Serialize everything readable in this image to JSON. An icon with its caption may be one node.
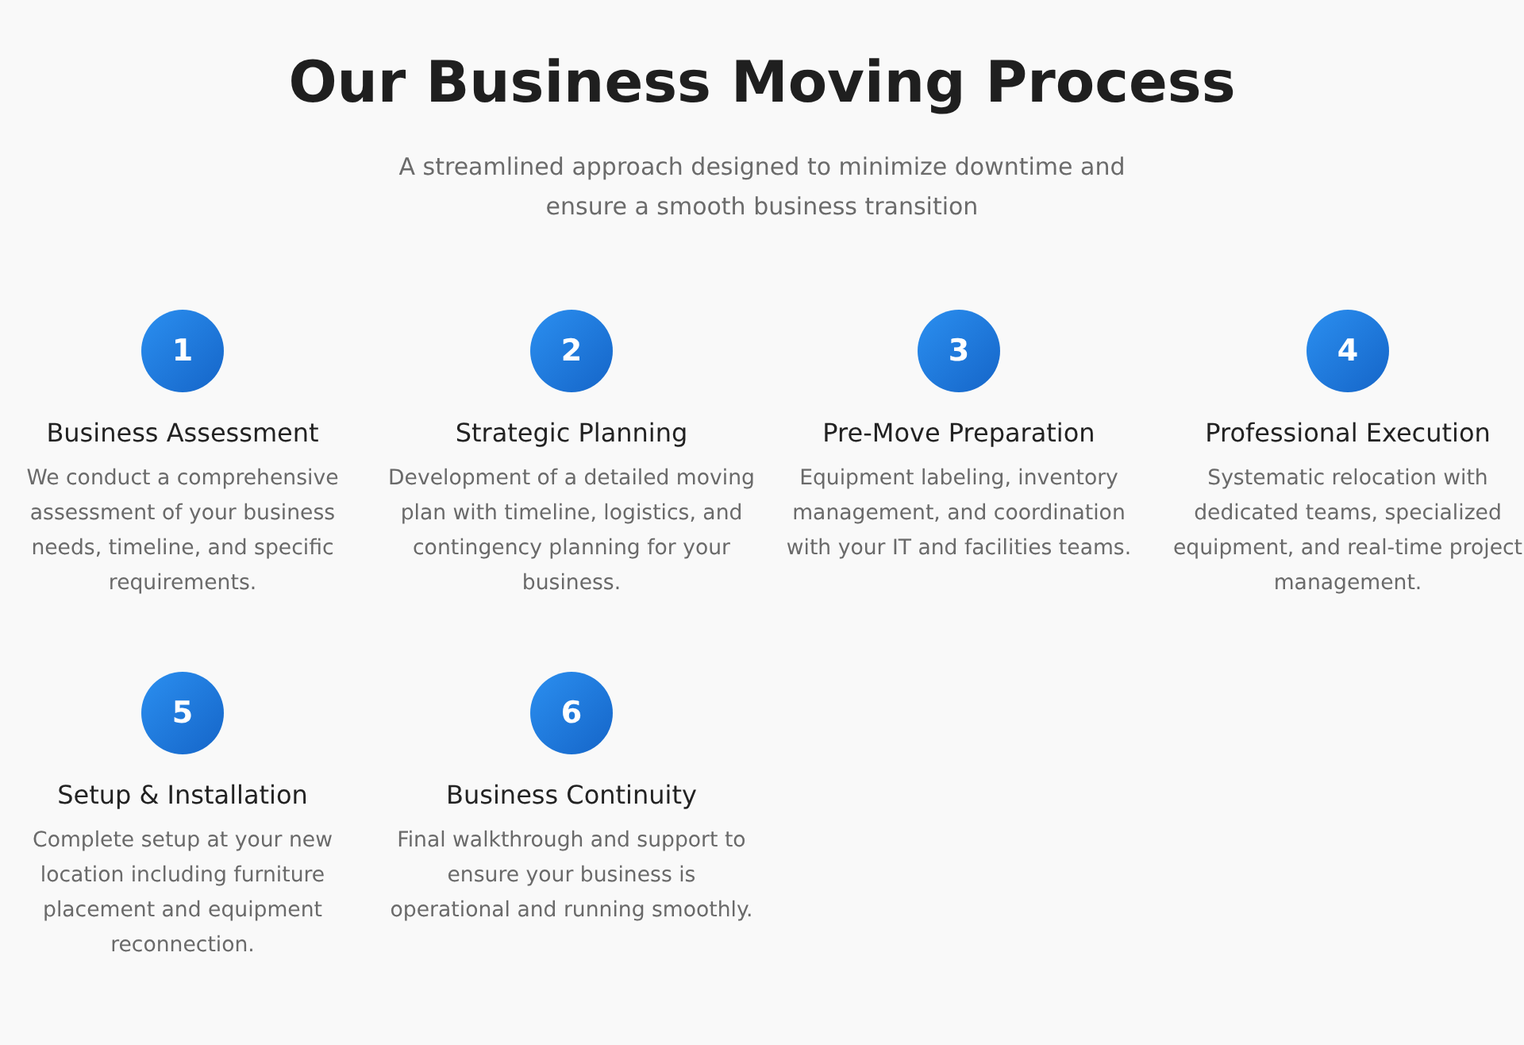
{
  "diagram": {
    "title": "Our Business Moving Process",
    "nodes": [
      {
        "text": [
          "1",
          "Business Assessment",
          "We conduct a comprehensive assessment of your business needs, timeline, and specific requirements."
        ]
      },
      {
        "text": [
          "2",
          "Strategic Planning",
          "Development of a detailed moving plan with timeline, logistics, and contingency planning for your business."
        ]
      },
      {
        "text": [
          "3",
          "Pre-Move Preparation",
          "Equipment labeling, inventory management, and coordination with your IT and facilities teams."
        ]
      },
      {
        "text": [
          "4",
          "Professional Execution",
          "Systematic relocation with dedicated teams, specialized equipment, and real-time project management."
        ]
      },
      {
        "text": [
          "5",
          "Setup & Installation",
          "Complete setup at your new location including furniture placement and equipment reconnection."
        ]
      },
      {
        "text": [
          "6",
          "Business Continuity",
          "Final walkthrough and support to ensure your business is operational and running smoothly."
        ]
      }
    ],
    "labels": [
      "A streamlined approach designed to minimize downtime and ensure a smooth business transition"
    ]
  }
}
